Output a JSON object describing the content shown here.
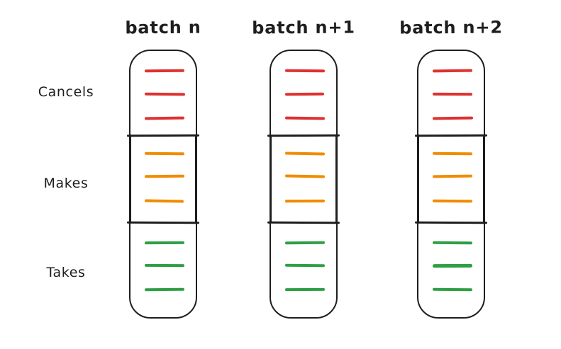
{
  "columns": [
    {
      "title": "batch n"
    },
    {
      "title": "batch n+1"
    },
    {
      "title": "batch n+2"
    }
  ],
  "rows": [
    {
      "label": "Cancels",
      "color": "red",
      "stroke_count": 3
    },
    {
      "label": "Makes",
      "color": "orange",
      "stroke_count": 3
    },
    {
      "label": "Takes",
      "color": "green",
      "stroke_count": 3
    }
  ],
  "colors": {
    "red": "#e03131",
    "orange": "#f08c00",
    "green": "#2f9e44",
    "outline": "#1e1e1e",
    "background": "#ffffff"
  }
}
